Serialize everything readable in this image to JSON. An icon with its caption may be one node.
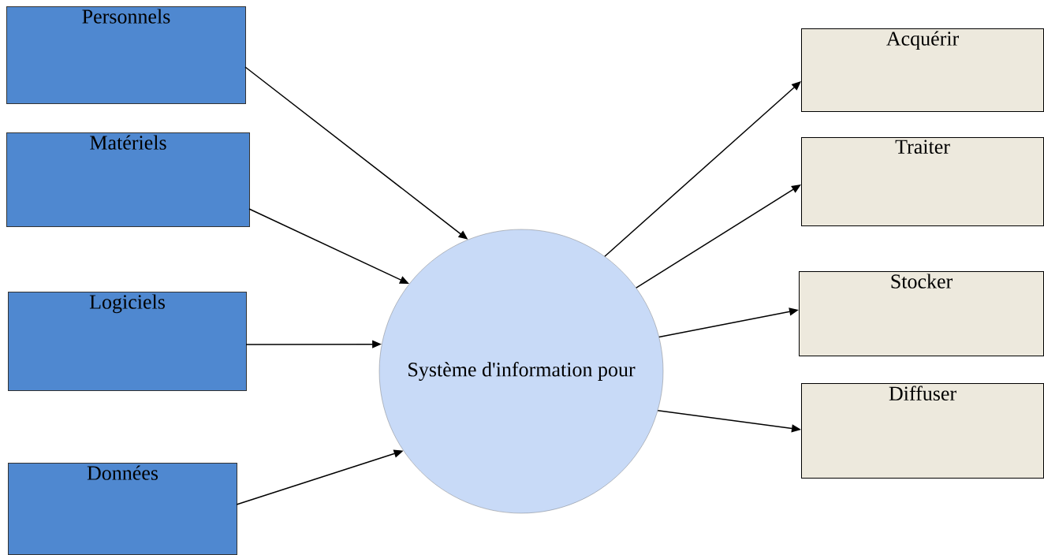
{
  "diagram": {
    "nodes": [
      {
        "text": [
          "Personnels"
        ]
      },
      {
        "text": [
          "Matériels"
        ]
      },
      {
        "text": [
          "Logiciels"
        ]
      },
      {
        "text": [
          "Données"
        ]
      },
      {
        "text": [
          "Système d'information pour"
        ]
      },
      {
        "text": [
          "Acquérir"
        ]
      },
      {
        "text": [
          "Traiter"
        ]
      },
      {
        "text": [
          "Stocker"
        ]
      },
      {
        "text": [
          "Diffuser"
        ]
      }
    ],
    "edges": [
      {
        "from": 0,
        "to": 4,
        "arrow": "to"
      },
      {
        "from": 1,
        "to": 4,
        "arrow": "to"
      },
      {
        "from": 2,
        "to": 4,
        "arrow": "to"
      },
      {
        "from": 3,
        "to": 4,
        "arrow": "to"
      },
      {
        "from": 4,
        "to": 5,
        "arrow": "to"
      },
      {
        "from": 4,
        "to": 6,
        "arrow": "to"
      },
      {
        "from": 4,
        "to": 7,
        "arrow": "to"
      },
      {
        "from": 4,
        "to": 8,
        "arrow": "to"
      }
    ]
  }
}
